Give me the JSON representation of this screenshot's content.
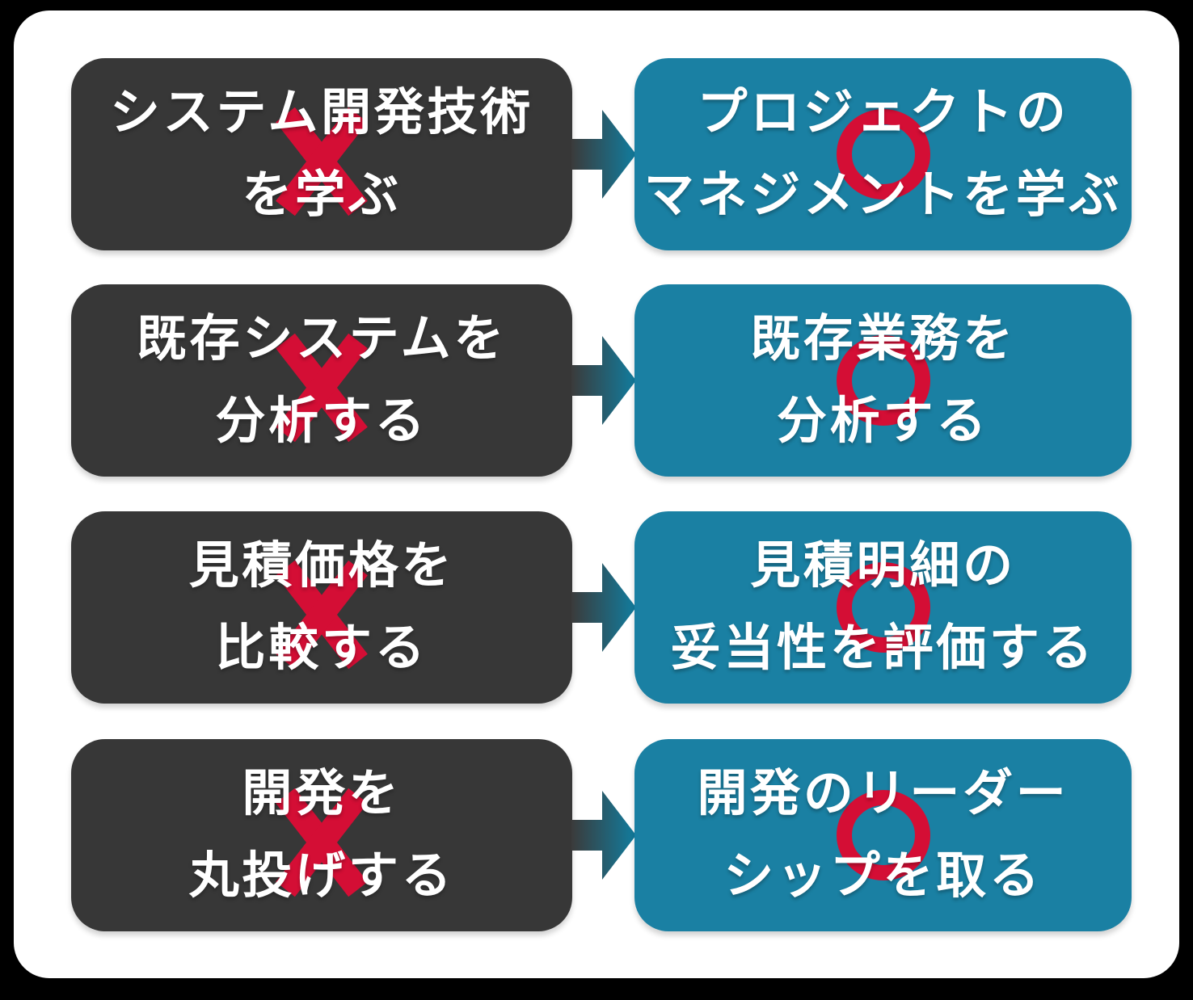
{
  "diagram": {
    "title": "",
    "colors": {
      "background": "#000000",
      "card": "#ffffff",
      "negative_box": "#373737",
      "positive_box": "#1a80a3",
      "mark_red": "#d40e35",
      "text": "#ffffff",
      "arrow_gradient_start": "#3b3b3b",
      "arrow_gradient_end": "#117d9f"
    },
    "marks": {
      "negative": "cross-icon",
      "positive": "circle-icon"
    },
    "rows": [
      {
        "left": {
          "lines": [
            "システム開発技術",
            "を学ぶ"
          ],
          "mark": "cross"
        },
        "right": {
          "lines": [
            "プロジェクトの",
            "マネジメントを学ぶ"
          ],
          "mark": "circle"
        }
      },
      {
        "left": {
          "lines": [
            "既存システムを",
            "分析する"
          ],
          "mark": "cross"
        },
        "right": {
          "lines": [
            "既存業務を",
            "分析する"
          ],
          "mark": "circle"
        }
      },
      {
        "left": {
          "lines": [
            "見積価格を",
            "比較する"
          ],
          "mark": "cross"
        },
        "right": {
          "lines": [
            "見積明細の",
            "妥当性を評価する"
          ],
          "mark": "circle"
        }
      },
      {
        "left": {
          "lines": [
            "開発を",
            "丸投げする"
          ],
          "mark": "cross"
        },
        "right": {
          "lines": [
            "開発のリーダー",
            "シップを取る"
          ],
          "mark": "circle"
        }
      }
    ]
  }
}
